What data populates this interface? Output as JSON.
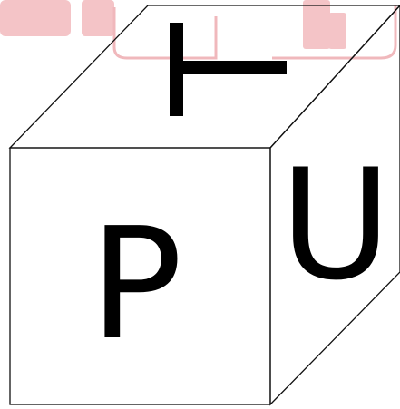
{
  "cube": {
    "front_face": {
      "label": "P"
    },
    "right_face": {
      "label": "U"
    },
    "top_face": {
      "symbol": "rotated-T"
    }
  },
  "colors": {
    "edge": "#111111",
    "letter": "#000000",
    "watermark": "#f4c4c7",
    "background": "#ffffff"
  }
}
